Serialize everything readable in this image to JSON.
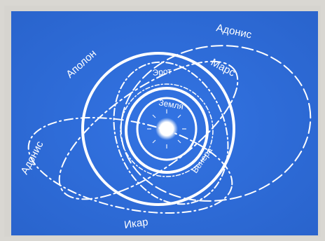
{
  "diagram": {
    "background_color": "#2f6fdc",
    "stroke_color": "#ffffff",
    "labels": {
      "adonis_top": "Адонис",
      "apollo": "Аполон",
      "mars": "Марс",
      "eros": "Эрот",
      "earth": "Земля",
      "venus": "Венера",
      "adonis_left": "Адонис",
      "icarus": "Икар"
    }
  }
}
